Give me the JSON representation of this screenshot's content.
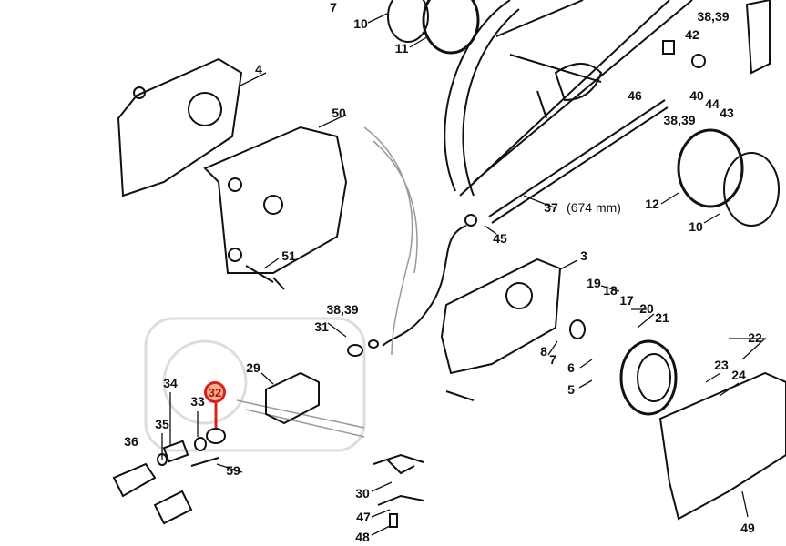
{
  "diagram": {
    "highlight_color": "#d62020",
    "highlighted_part": "32",
    "labels": [
      "7",
      "10",
      "11",
      "38,39",
      "42",
      "40",
      "44",
      "43",
      "46",
      "38,39",
      "4",
      "50",
      "12",
      "10",
      "37",
      "(674 mm)",
      "45",
      "3",
      "51",
      "38,39",
      "31",
      "19",
      "18",
      "17",
      "20",
      "21",
      "22",
      "23",
      "24",
      "8",
      "7",
      "6",
      "5",
      "29",
      "34",
      "33",
      "32",
      "35",
      "36",
      "59",
      "30",
      "47",
      "48",
      "49"
    ]
  }
}
